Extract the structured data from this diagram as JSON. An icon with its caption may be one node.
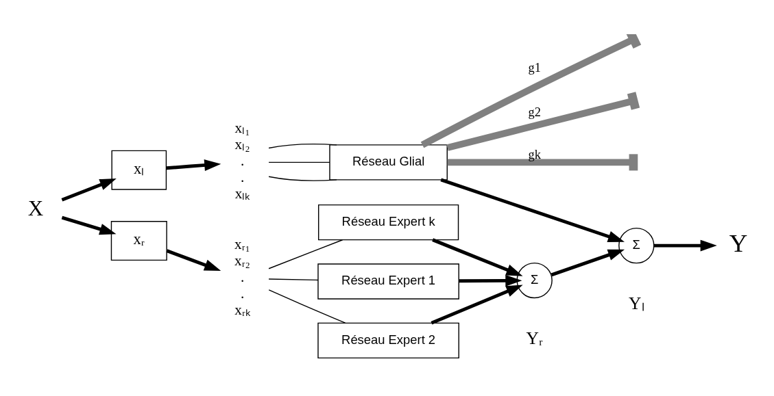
{
  "diagram": {
    "nodes": [
      {
        "text": [
          "X"
        ]
      },
      {
        "text": [
          "xₗ"
        ]
      },
      {
        "text": [
          "xᵣ"
        ]
      },
      {
        "text": [
          "xₗ₁",
          "xₗ₂",
          ".",
          ".",
          "xₗₖ"
        ]
      },
      {
        "text": [
          "xᵣ₁",
          "xᵣ₂",
          ".",
          ".",
          "xᵣₖ"
        ]
      },
      {
        "text": [
          "Réseau Glial"
        ]
      },
      {
        "text": [
          "Réseau Expert 1"
        ]
      },
      {
        "text": [
          "Réseau Expert 2"
        ]
      },
      {
        "text": [
          "Réseau Expert k"
        ]
      },
      {
        "text": [
          "Σ"
        ],
        "beside": [
          "Yₗ"
        ]
      },
      {
        "text": [
          "Σ"
        ],
        "beside": [
          "Yᵣ"
        ]
      },
      {
        "text": [
          "Y"
        ]
      }
    ],
    "edges": [
      {
        "from": 0,
        "to": 1,
        "arrow": "to"
      },
      {
        "from": 0,
        "to": 2,
        "arrow": "to"
      },
      {
        "from": 1,
        "to": 3,
        "arrow": "to"
      },
      {
        "from": 2,
        "to": 4,
        "arrow": "to"
      },
      {
        "from": 3,
        "to": 5,
        "arrow": "none"
      },
      {
        "from": 3,
        "to": 5,
        "arrow": "none"
      },
      {
        "from": 3,
        "to": 5,
        "arrow": "none"
      },
      {
        "from": 4,
        "to": 6,
        "arrow": "none"
      },
      {
        "from": 4,
        "to": 7,
        "arrow": "none"
      },
      {
        "from": 4,
        "to": 8,
        "arrow": "none"
      },
      {
        "from": 5,
        "to": 9,
        "arrow": "to"
      },
      {
        "from": 5,
        "to": null,
        "arrow": "other",
        "label": "g1",
        "style": "thick",
        "color": "#808080"
      },
      {
        "from": 5,
        "to": null,
        "arrow": "other",
        "label": "g2",
        "style": "thick",
        "color": "#808080"
      },
      {
        "from": 5,
        "to": null,
        "arrow": "other",
        "label": "gk",
        "style": "thick",
        "color": "#808080"
      },
      {
        "from": 6,
        "to": 10,
        "arrow": "to"
      },
      {
        "from": 7,
        "to": 10,
        "arrow": "to"
      },
      {
        "from": 8,
        "to": 10,
        "arrow": "to"
      },
      {
        "from": 10,
        "to": 9,
        "arrow": "to"
      },
      {
        "from": 9,
        "to": 11,
        "arrow": "to"
      }
    ]
  }
}
